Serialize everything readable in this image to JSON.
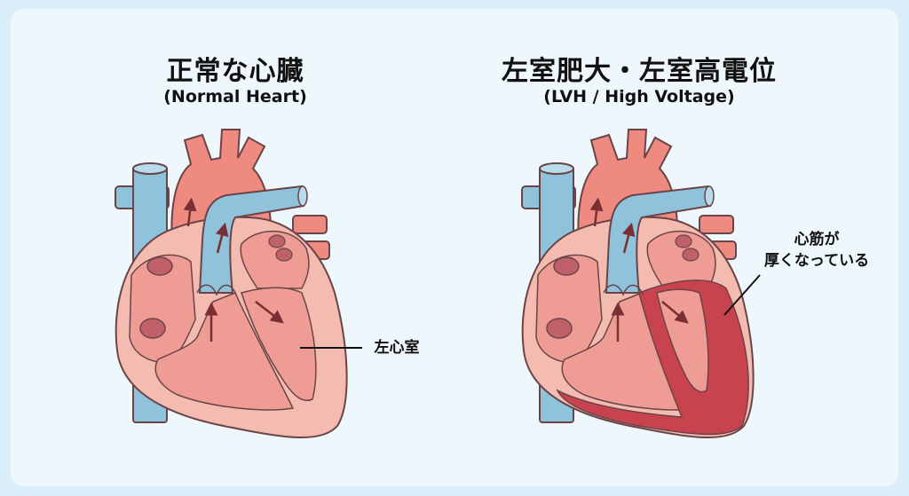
{
  "normal": {
    "title": "正常な心臓",
    "subtitle": "(Normal Heart)",
    "label": "左心室"
  },
  "lvh": {
    "title": "左室肥大・左室高電位",
    "subtitle": "(LVH / High Voltage)",
    "label_line1": "心筋が",
    "label_line2": "厚くなっている"
  },
  "colors": {
    "background": "#eef7fb",
    "artery": "#ee8a80",
    "vein": "#8fc3dc",
    "muscle": "#f2aea3",
    "thick_muscle": "#c9434f",
    "outline": "#8a3b3e"
  }
}
